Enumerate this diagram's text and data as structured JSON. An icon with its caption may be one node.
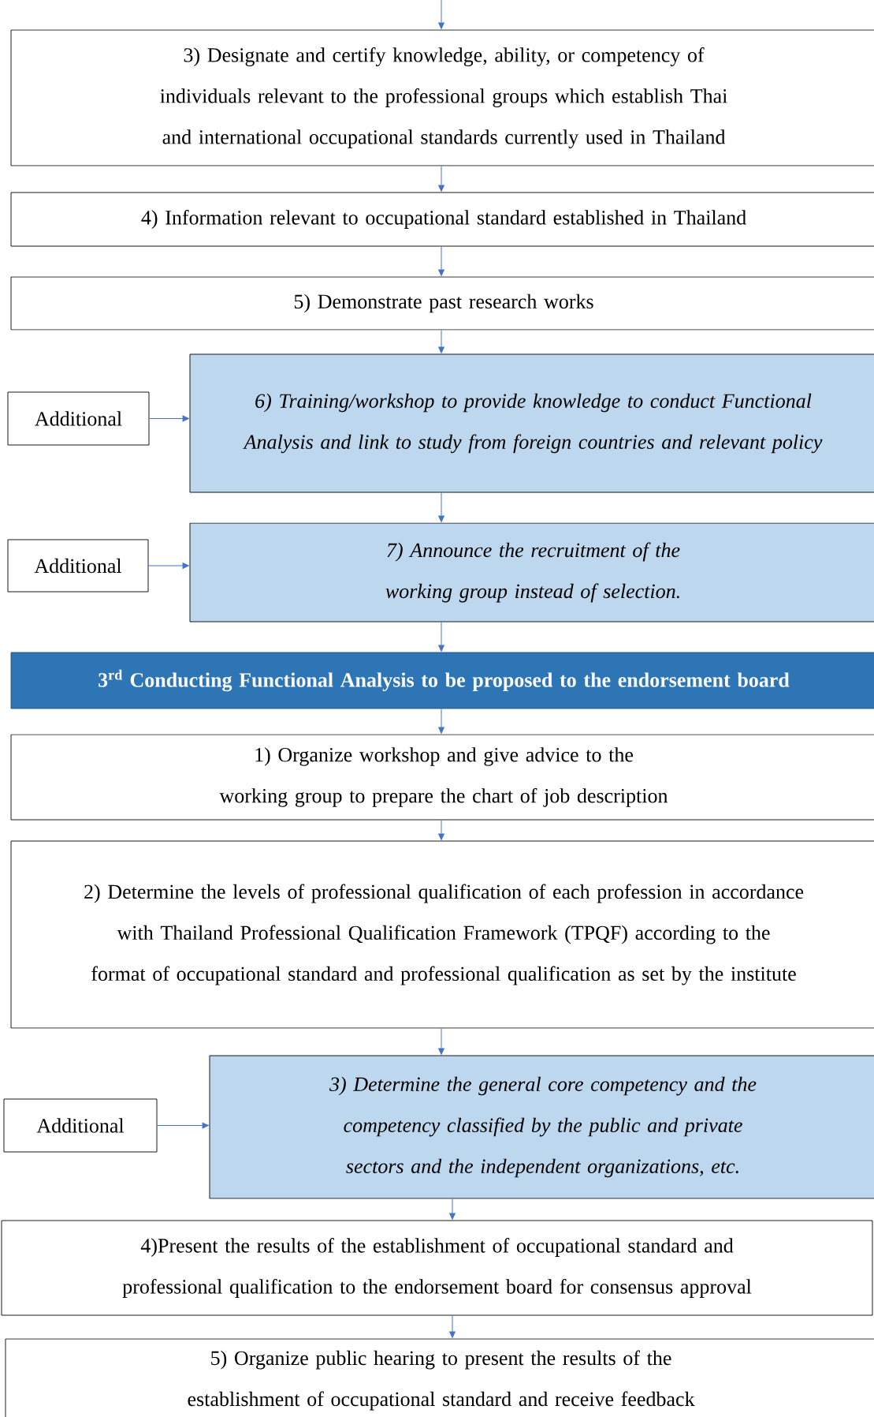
{
  "diagram": {
    "nodes": [
      {
        "text": [
          "3) Designate and certify knowledge, ability, or competency of individuals relevant to the professional groups which establish Thai and international occupational standards currently used in Thailand"
        ]
      },
      {
        "text": [
          "4) Information relevant to occupational standard established in Thailand"
        ]
      },
      {
        "text": [
          "5) Demonstrate past research works"
        ]
      },
      {
        "text": [
          "Additional"
        ]
      },
      {
        "text": [
          "6) Training/workshop to provide knowledge to conduct Functional Analysis and link to study from foreign countries and relevant policy"
        ]
      },
      {
        "text": [
          "Additional"
        ]
      },
      {
        "text": [
          "7) Announce the recruitment of the working group instead of selection."
        ]
      },
      {
        "text": [
          "3$^{rd}$ Conducting Functional Analysis to be proposed to the endorsement board"
        ]
      },
      {
        "text": [
          "1) Organize workshop and give advice to the working group to prepare the chart of job description"
        ]
      },
      {
        "text": [
          "2) Determine the levels of professional qualification of each profession in accordance with Thailand Professional Qualification Framework (TPQF) according to the format of occupational standard and professional qualification as set by the institute"
        ]
      },
      {
        "text": [
          "Additional"
        ]
      },
      {
        "text": [
          "3) Determine the general core competency and the competency classified by the public and private sectors and the independent organizations, etc."
        ]
      },
      {
        "text": [
          "4)Present the results of the establishment of occupational standard and professional qualification to the endorsement board for consensus approval"
        ]
      },
      {
        "text": [
          "5) Organize public hearing to present the results of the establishment of occupational standard and receive feedback"
        ]
      }
    ],
    "edges": [
      {
        "from": null,
        "to": 0,
        "arrow": "to"
      },
      {
        "from": 0,
        "to": 1,
        "arrow": "to"
      },
      {
        "from": 1,
        "to": 2,
        "arrow": "to"
      },
      {
        "from": 2,
        "to": 4,
        "arrow": "to"
      },
      {
        "from": 3,
        "to": 4,
        "arrow": "to"
      },
      {
        "from": 4,
        "to": 6,
        "arrow": "to"
      },
      {
        "from": 5,
        "to": 6,
        "arrow": "to"
      },
      {
        "from": 6,
        "to": 7,
        "arrow": "to"
      },
      {
        "from": 7,
        "to": 8,
        "arrow": "to"
      },
      {
        "from": 8,
        "to": 9,
        "arrow": "to"
      },
      {
        "from": 9,
        "to": 11,
        "arrow": "to"
      },
      {
        "from": 10,
        "to": 11,
        "arrow": "to"
      },
      {
        "from": 11,
        "to": 12,
        "arrow": "to"
      },
      {
        "from": 12,
        "to": 13,
        "arrow": "to"
      }
    ]
  }
}
